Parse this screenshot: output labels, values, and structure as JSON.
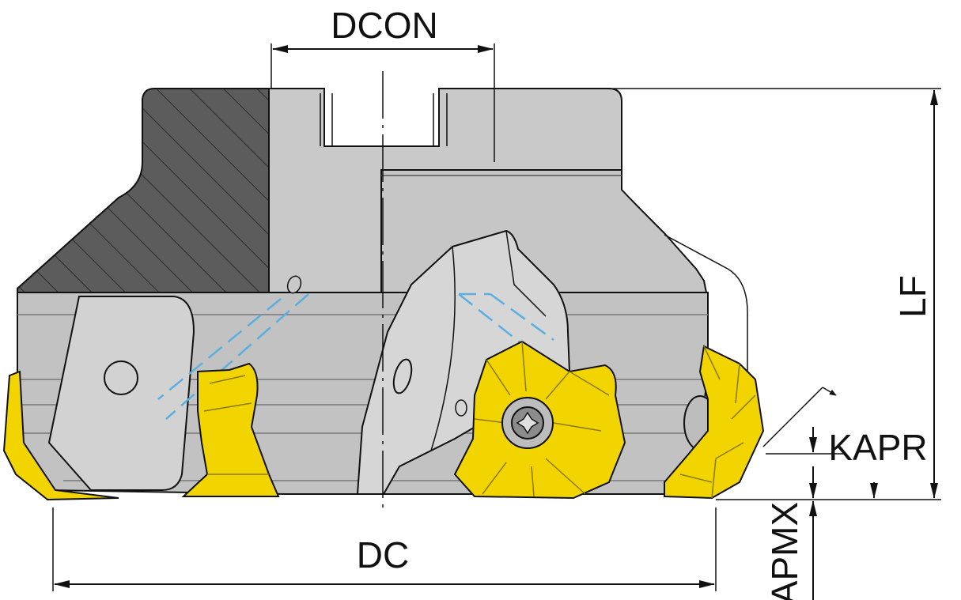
{
  "dimensions": {
    "dcon": "DCON",
    "lf": "LF",
    "kapr": "KAPR",
    "dc": "DC",
    "apmx": "APMX"
  },
  "colors": {
    "body": "#c6c6c6",
    "body_light": "#d6d6d6",
    "section": "#5c5c5c",
    "insert": "#f2d400",
    "insert_dark": "#c9a800",
    "dashed": "#5aaee0",
    "line": "#111111"
  }
}
